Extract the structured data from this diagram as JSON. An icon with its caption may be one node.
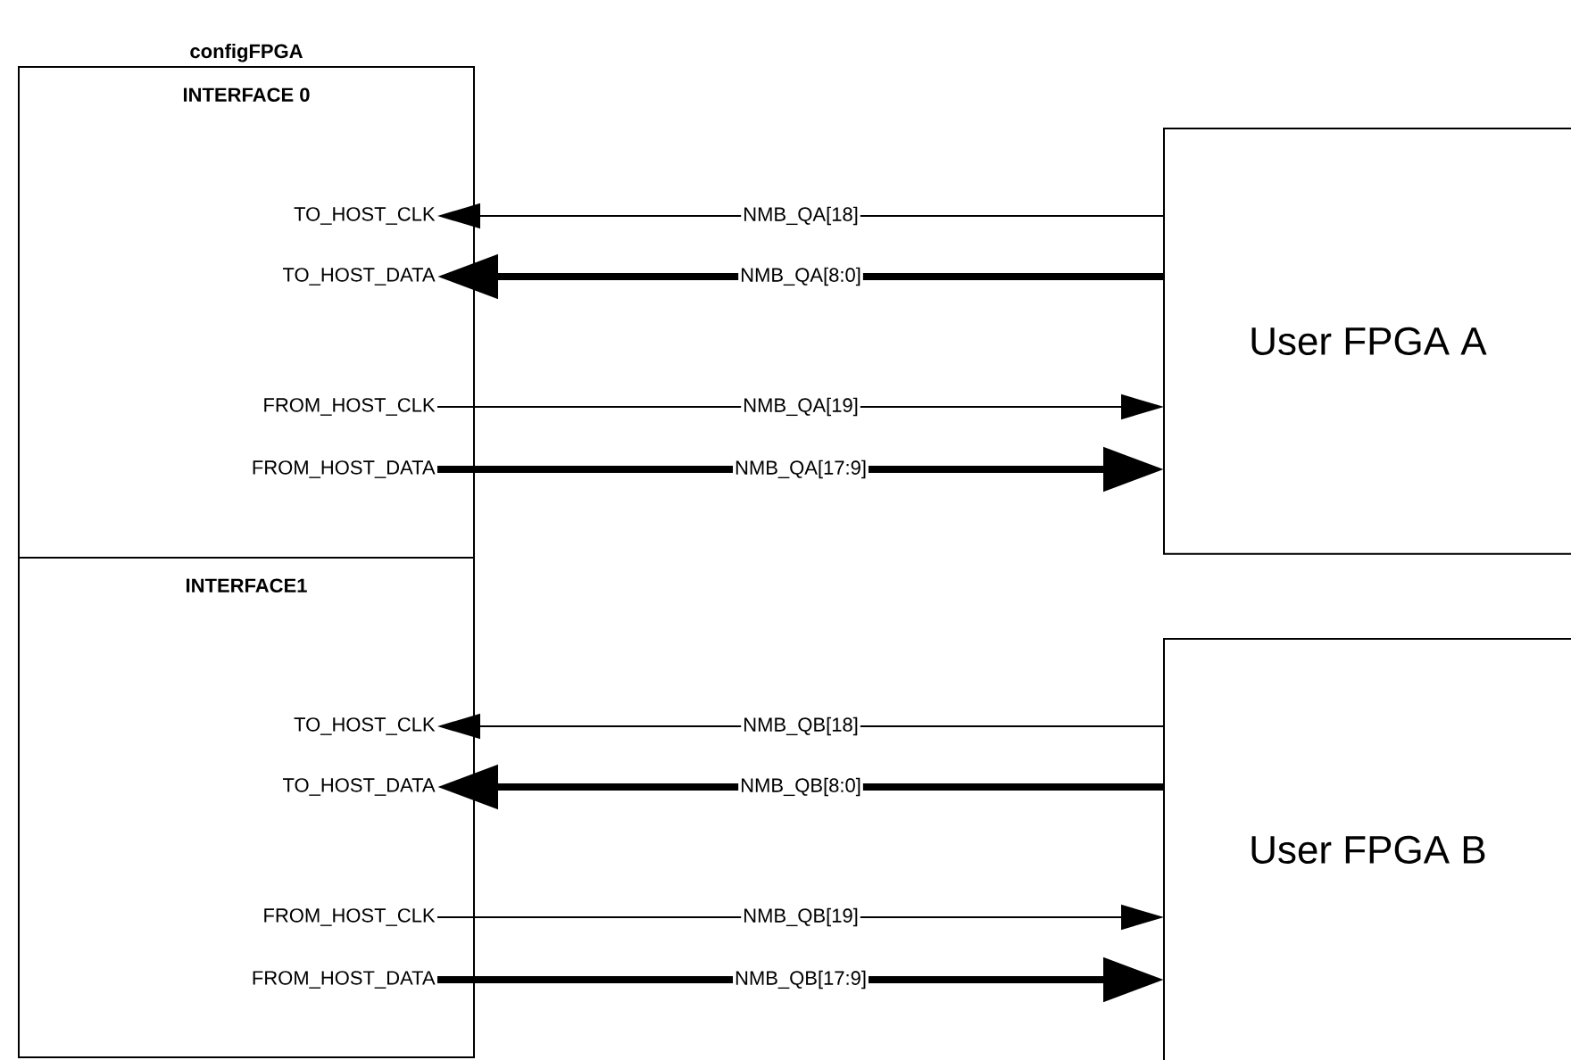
{
  "diagram": {
    "nodes": [
      {
        "text": [
          "configFPGA"
        ]
      },
      {
        "text": [
          "INTERFACE 0"
        ],
        "in": 0
      },
      {
        "text": [
          "TO_HOST_CLK"
        ],
        "in": 1
      },
      {
        "text": [
          "TO_HOST_DATA"
        ],
        "in": 1
      },
      {
        "text": [
          "FROM_HOST_CLK"
        ],
        "in": 1
      },
      {
        "text": [
          "FROM_HOST_DATA"
        ],
        "in": 1
      },
      {
        "text": [
          "INTERFACE1"
        ],
        "in": 0
      },
      {
        "text": [
          "TO_HOST_CLK"
        ],
        "in": 6
      },
      {
        "text": [
          "TO_HOST_DATA"
        ],
        "in": 6
      },
      {
        "text": [
          "FROM_HOST_CLK"
        ],
        "in": 6
      },
      {
        "text": [
          "FROM_HOST_DATA"
        ],
        "in": 6
      },
      {
        "text": [
          "User FPGA A"
        ]
      },
      {
        "text": [
          "User FPGA B"
        ]
      }
    ],
    "edges": [
      {
        "from": 11,
        "to": 2,
        "arrow": "to",
        "label": "NMB_QA[18]"
      },
      {
        "from": 11,
        "to": 3,
        "arrow": "to",
        "label": "NMB_QA[8:0]",
        "style": "thick"
      },
      {
        "from": 4,
        "to": 11,
        "arrow": "to",
        "label": "NMB_QA[19]"
      },
      {
        "from": 5,
        "to": 11,
        "arrow": "to",
        "label": "NMB_QA[17:9]",
        "style": "thick"
      },
      {
        "from": 12,
        "to": 7,
        "arrow": "to",
        "label": "NMB_QB[18]"
      },
      {
        "from": 12,
        "to": 8,
        "arrow": "to",
        "label": "NMB_QB[8:0]",
        "style": "thick"
      },
      {
        "from": 9,
        "to": 12,
        "arrow": "to",
        "label": "NMB_QB[19]"
      },
      {
        "from": 10,
        "to": 12,
        "arrow": "to",
        "label": "NMB_QB[17:9]",
        "style": "thick"
      }
    ]
  }
}
